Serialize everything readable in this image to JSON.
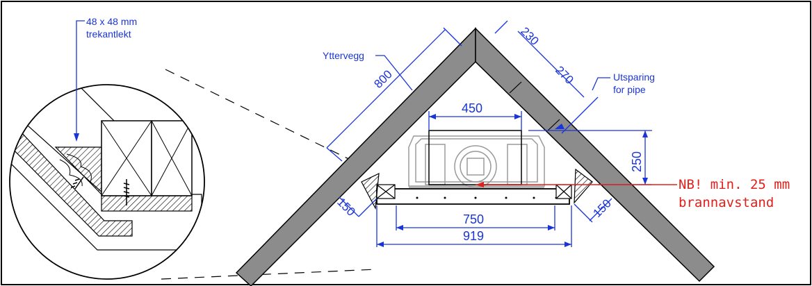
{
  "labels": {
    "trekantlekt_size": "48 x 48 mm",
    "trekantlekt_name": "trekantlekt",
    "yttervegg": "Yttervegg",
    "utsparing_line1": "Utsparing",
    "utsparing_line2": "for pipe",
    "note_line1": "NB! min. 25 mm",
    "note_line2": "brannavstand"
  },
  "dimensions": {
    "wall_length": "800",
    "wall_thickness": "230",
    "pipe_cutout": "270",
    "stove_width_top": "450",
    "stove_depth": "250",
    "base_width": "750",
    "total_width": "919",
    "gap_left": "150",
    "gap_right": "150"
  },
  "colors": {
    "dimension": "#1a35d6",
    "note": "#e0201b",
    "wall_fill": "#8c8c8c",
    "outline": "#000000",
    "stove": "#9a9a9a"
  }
}
